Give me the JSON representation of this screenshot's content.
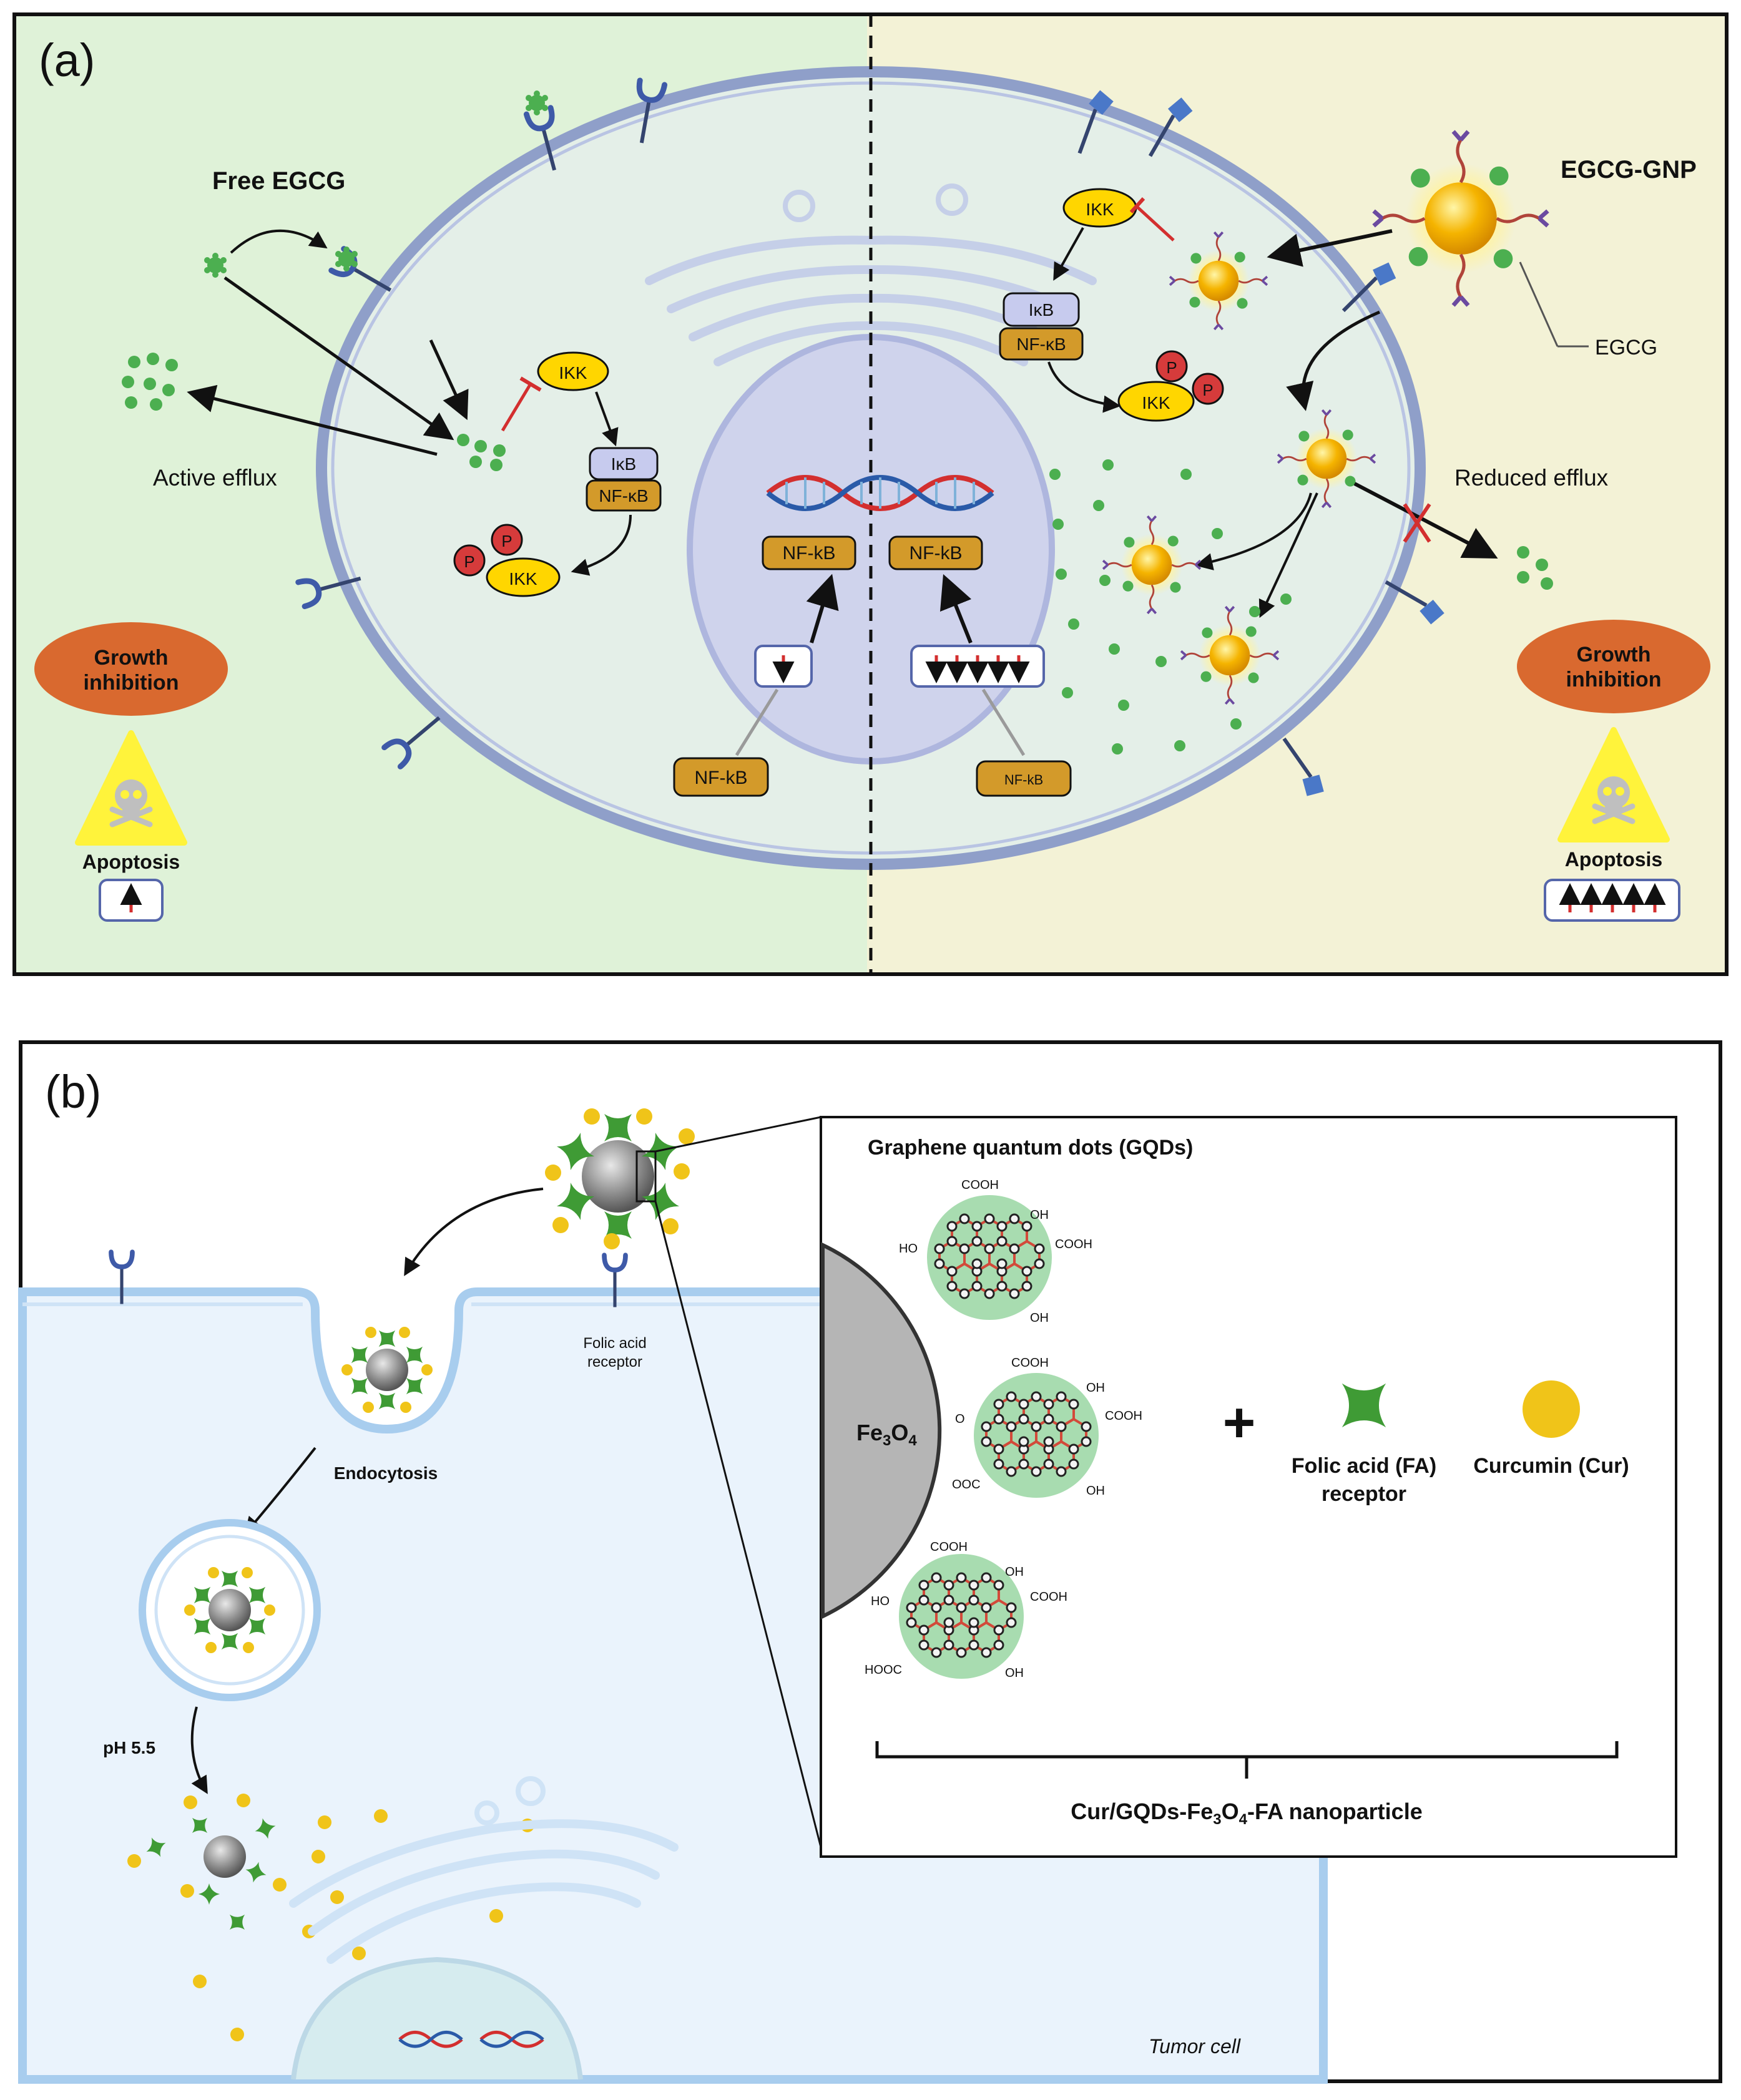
{
  "panel_a": {
    "label": "(a)",
    "free_egcg": "Free EGCG",
    "egcg_gnp": "EGCG-GNP",
    "egcg": "EGCG",
    "active_efflux": "Active efflux",
    "reduced_efflux": "Reduced efflux",
    "ikk": "IKK",
    "ikb": "IκB",
    "nfkb_complex": "NF-κB",
    "p": "P",
    "nfkb": "NF-kB",
    "growth_inhibition_line1": "Growth",
    "growth_inhibition_line2": "inhibition",
    "apoptosis": "Apoptosis",
    "colors": {
      "left_bg": "#dff2d8",
      "right_bg": "#f3f2d6",
      "cell_fill": "#e4efe8",
      "membrane": "#8f9fc9",
      "nucleus": "#cfd3ec",
      "egcg_dot": "#4caf50",
      "gold": "#f5b400",
      "ikk": "#ffd600",
      "nfkb": "#d39a2a",
      "ikb": "#c7cbee",
      "phospho": "#d63b3b",
      "arrow_red": "#d32f2f",
      "oval": "#d9692f"
    }
  },
  "panel_b": {
    "label": "(b)",
    "folic_receptor_line1": "Folic acid",
    "folic_receptor_line2": "receptor",
    "endocytosis": "Endocytosis",
    "ph": "pH 5.5",
    "tumor_cell": "Tumor cell",
    "gqd_title": "Graphene quantum dots (GQDs)",
    "fe3o4": "Fe",
    "fe3o4_sub3": "3",
    "fe3o4_o": "O",
    "fe3o4_sub4": "4",
    "plus": "+",
    "fa_line1": "Folic acid (FA)",
    "fa_line2": "receptor",
    "curcumin": "Curcumin (Cur)",
    "caption_pre": "Cur/GQDs-Fe",
    "caption_sub3": "3",
    "caption_mid": "O",
    "caption_sub4": "4",
    "caption_post": "-FA nanoparticle",
    "groups": {
      "cooh": "COOH",
      "oh": "OH",
      "ho": "HO",
      "hooc": "HOOC",
      "ooc": "OOC",
      "o": "O"
    },
    "colors": {
      "cell_fill": "#eaf3fc",
      "membrane": "#a8cdee",
      "fa_green": "#3f9b35",
      "curcumin": "#f0c419",
      "gqd_bg": "#a8dcb0",
      "bond": "#d24a3a",
      "fe_core": "#b5b5b5",
      "dna_red": "#d32f2f",
      "dna_blue": "#2a5aa8"
    }
  }
}
